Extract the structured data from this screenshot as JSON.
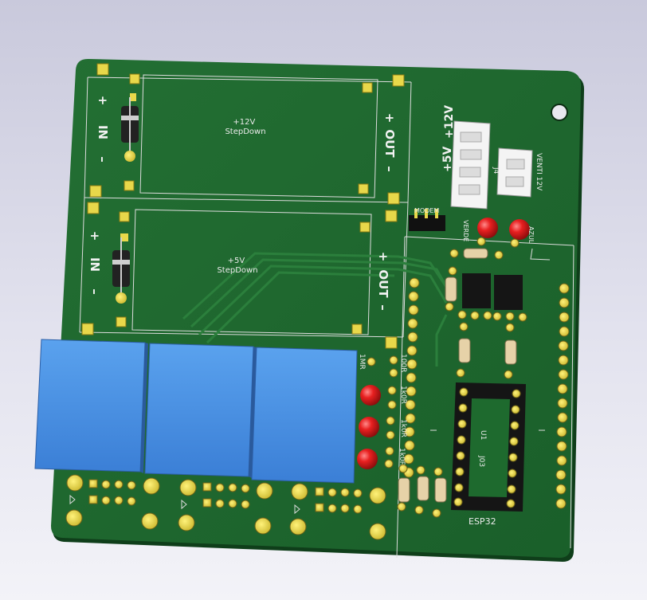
{
  "viewport": {
    "title": "3D Viewer"
  },
  "board": {
    "color": "#1e6a2e",
    "silk_color": "#eaeaea",
    "pad_color": "#e8d84a",
    "relay_color": "#4a8fe0",
    "led_color": "#e02020"
  },
  "labels": {
    "stepdown_12": "+12V\nStepDown",
    "stepdown_5": "+5V\nStepDown",
    "in_top": "IN",
    "out_top": "OUT",
    "in_bottom": "IN",
    "out_bottom": "OUT",
    "plus": "+",
    "minus": "–",
    "plus5v": "+5V",
    "plus12v": "+12V",
    "modem": "MODEM",
    "verde": "VERDE",
    "azul": "AZUL",
    "venti": "VENTI 12V",
    "j4": "J4",
    "u1": "U1",
    "j03": "J03",
    "esp32": "ESP32",
    "r1m": "1MR",
    "r100r": "100R",
    "r1k_a": "1k0R",
    "r1k_b": "1k0R",
    "r1k_c": "1k0R"
  }
}
